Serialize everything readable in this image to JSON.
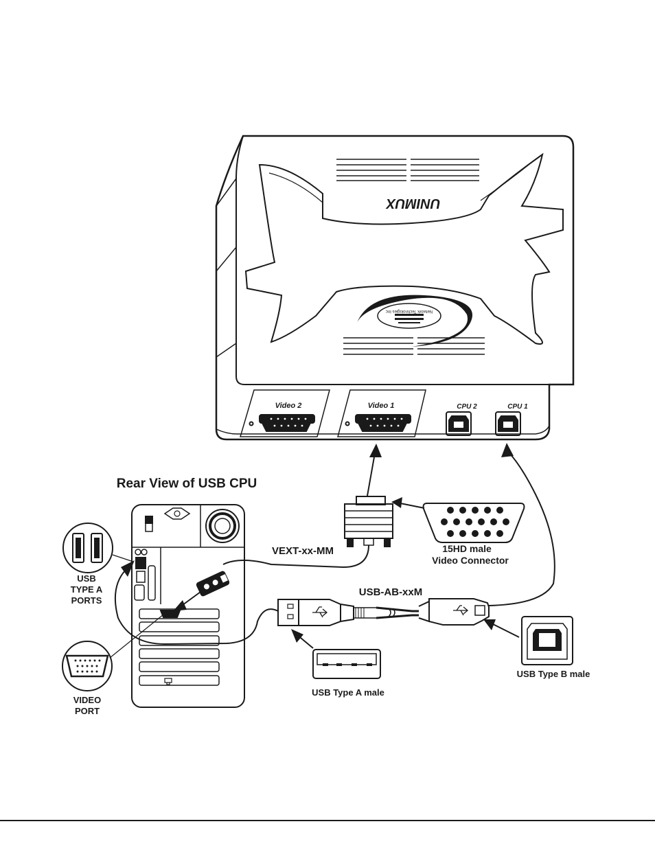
{
  "diagram": {
    "title": "Rear View of USB CPU",
    "switch": {
      "brand": "UNIMUX",
      "logo_text": "Network Technologies Inc",
      "ports": [
        "Video 2",
        "Video 1",
        "CPU 2",
        "CPU 1"
      ]
    },
    "cables": {
      "video_cable": "VEXT-xx-MM",
      "usb_cable": "USB-AB-xxM"
    },
    "callouts": {
      "usb_ports": [
        "USB",
        "TYPE A",
        "PORTS"
      ],
      "video_port": [
        "VIDEO",
        "PORT"
      ],
      "video_connector": [
        "15HD male",
        "Video Connector"
      ],
      "usb_type_a": "USB Type A male",
      "usb_type_b": "USB Type B male"
    }
  },
  "colors": {
    "ink": "#1a1a1a",
    "paper": "#ffffff"
  }
}
